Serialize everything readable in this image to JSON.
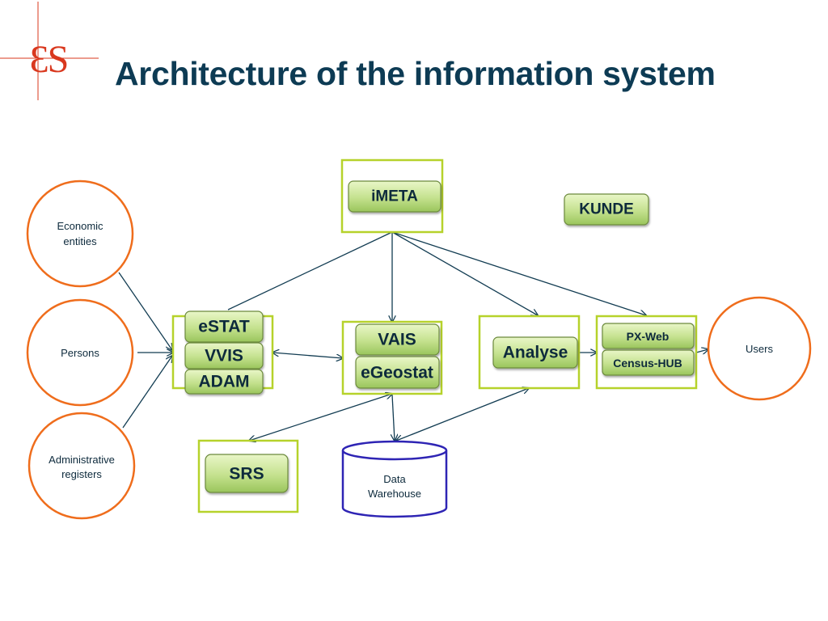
{
  "slide": {
    "title": "Architecture of the information system",
    "logo": {
      "text": "ƐS",
      "color": "#d9381e",
      "line_color": "#d9381e"
    }
  },
  "colors": {
    "frame": "#b6d22b",
    "circle": "#ef6d1c",
    "database": "#2e24b4",
    "pill_top": "#e4f3c0",
    "pill_bottom": "#a8cf6a",
    "arrow": "#123c52",
    "text": "#0d2a3c"
  },
  "nodes": {
    "economic_entities": {
      "lines": [
        "Economic",
        "entities"
      ]
    },
    "persons": {
      "lines": [
        "Persons"
      ]
    },
    "administrative_registers": {
      "lines": [
        "Administrative",
        "registers"
      ]
    },
    "users": {
      "lines": [
        "Users"
      ]
    },
    "data_warehouse": {
      "lines": [
        "Data",
        "Warehouse"
      ]
    },
    "imeta": "iMETA",
    "kunde": "KUNDE",
    "estat": "eSTAT",
    "vvis": "VVIS",
    "adam": "ADAM",
    "vais": "VAIS",
    "egeostat": "eGeostat",
    "analyse": "Analyse",
    "px_web": "PX-Web",
    "census_hub": "Census-HUB",
    "srs": "SRS"
  }
}
